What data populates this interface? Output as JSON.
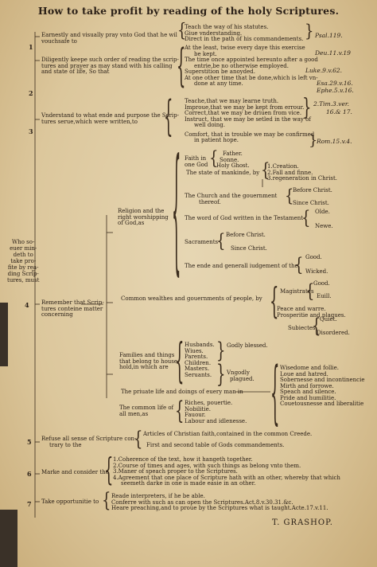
{
  "title": "How to take profit by reading of the holy Scriptures.",
  "left_column": [
    "Who so-",
    "euer min-",
    "deth to",
    "take pro-",
    "fite by rea-",
    "ding Scrip-",
    "tures, must"
  ],
  "numbers": [
    "1",
    "2",
    "3",
    "4",
    "5",
    "6",
    "7"
  ],
  "s1": {
    "lead": [
      "Earnestly and visually pray vnto God that he wil",
      "vouchsafe to"
    ],
    "items": [
      "Teach the way of his statutes.",
      "Giue vnderstanding.",
      "Direct in the path of his commandements."
    ],
    "ref": "Psal.119."
  },
  "s2": {
    "lead": [
      "Diligently keepe such order of reading the scrip-",
      "tures and prayer as may stand with his calling",
      "and state of life, So that"
    ],
    "items": [
      "At the least, twise every daye this exercise",
      "be kept.",
      "The time once appointed hereunto after a good",
      "entrie,be no otherwise employed.",
      "Superstition be anoyded.",
      "At one other time that be done,which is left vn-",
      "done at any time."
    ],
    "refs": [
      "Deu.11.v.19",
      "Luke.9.v.62.",
      "Esa.29.v.16.",
      "Ephe.5.v.16."
    ]
  },
  "s3": {
    "lead": [
      "Vnderstand to what ende and purpose the Scrip-",
      "tures serue,which were written,to"
    ],
    "items": [
      "Teache,that we may learne truth.",
      "Improue,that we may be kept from errour.",
      "Correct,that we may be driuen from vice.",
      "Instruct, that we may be setled in the way of",
      "well doing.",
      "Comfort, that in trouble we may be confirmed",
      "in patient hope."
    ],
    "refs": [
      "2.Tim.3.ver.",
      "16.& 17.",
      "Rom.15.v.4."
    ]
  },
  "s4": {
    "lead": [
      "Remember that Scrip-",
      "tures conteine matter",
      "concerning"
    ],
    "religion": [
      "Religion and the",
      "right worshipping",
      "of God,as"
    ],
    "faith": [
      "Faith in",
      "one God"
    ],
    "persons": [
      "Father.",
      "Sonne.",
      "Holy Ghost."
    ],
    "mankinde": "The state of mankinde, by",
    "states": [
      "1.Creation.",
      "2.Fall and finne.",
      "3.regeneration in Christ."
    ],
    "church": [
      "The Church and the gouernment",
      "thereof."
    ],
    "before_since": [
      "Before Christ.",
      "Since Christ."
    ],
    "word": "The word of God written in the Testament",
    "testaments": [
      "Olde.",
      "Newe."
    ],
    "sacraments": "Sacraments",
    "sacr_items": [
      "Before Christ.",
      "Since Christ."
    ],
    "end": "The ende and generall iudgement of the",
    "end_items": [
      "Good.",
      "Wicked."
    ],
    "commonwealth": "Common wealthes and gouernments of people, by",
    "magistrates": "Magistrates",
    "mag_items": [
      "Good.",
      "Euill."
    ],
    "peace": [
      "Peace and warre.",
      "Prosperitie and plagues."
    ],
    "subiectes": "Subiectes",
    "subj_items": [
      "Quiet.",
      "Disordered."
    ],
    "families": [
      "Families and things",
      "that belong to house-",
      "hold,in which are"
    ],
    "household": [
      "Husbands.",
      "Wiues.",
      "Parents.",
      "Children.",
      "Masters.",
      "Seruants."
    ],
    "godly": [
      "Godly blessed.",
      "Vngodly",
      "plagued."
    ],
    "private": "The priuate life and doings of euery man in",
    "virtues": [
      "Wisedome and follie.",
      "Loue and hatred.",
      "Sobernesse and incontinencie",
      "Mirth and forrowe.",
      "Speach and silence.",
      "Pride and humilitie.",
      "Couetousnesse and liberalitie"
    ],
    "common_life": [
      "The common life of",
      "all men,as"
    ],
    "riches": [
      "Riches, pouertie.",
      "Nobilitie.",
      "Fauour.",
      "Labour and idlenesse."
    ]
  },
  "s5": {
    "lead": [
      "Refuse all sense of Scripture con-",
      "trary to the"
    ],
    "items": [
      "Articles of Christian faith,contained in the common Creede.",
      "First and second table of Gods commandements."
    ]
  },
  "s6": {
    "lead": "Marke and consider the",
    "items": [
      "1.Coherence of the text, how it hangeth together.",
      "2.Course of times and ages, with such things as belong vnto them.",
      "3.Maner of speach proper to the Scriptures.",
      "4.Agreement that one place of Scripture hath with an other, whereby that which",
      "seemeth darke in one is made easie in an other."
    ]
  },
  "s7": {
    "lead": "Take opportunitie to",
    "items": [
      "Reade interpreters, if he be able.",
      "Conferre with such as can open the Scriptures.Act.8.v.30.31.&c.",
      "Heare preaching,and to proue by the Scriptures what is taught.Acte.17.v.11."
    ]
  },
  "signature": "T. GRASHOP."
}
